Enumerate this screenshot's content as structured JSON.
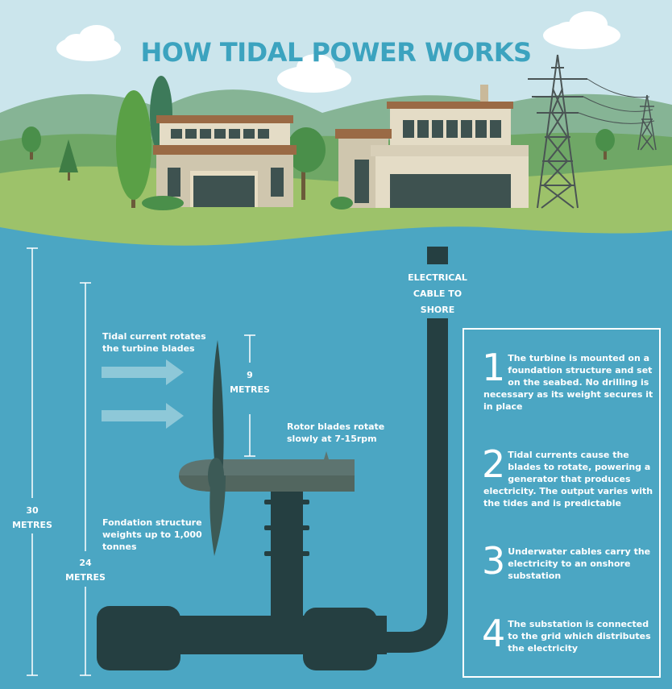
{
  "title": "HOW TIDAL POWER WORKS",
  "labels": {
    "cable": [
      "ELECTRICAL",
      "CABLE TO",
      "SHORE"
    ],
    "current": [
      "Tidal current rotates",
      "the turbine blades"
    ],
    "rotor": [
      "Rotor blades rotate",
      "slowly at 7-15rpm"
    ],
    "foundation": [
      "Fondation structure",
      "weights up to 1,000",
      "tonnes"
    ]
  },
  "dimensions": {
    "total": {
      "value": "30",
      "unit": "METRES"
    },
    "hub": {
      "value": "24",
      "unit": "METRES"
    },
    "blade": {
      "value": "9",
      "unit": "METRES"
    }
  },
  "steps": [
    {
      "num": "1",
      "text": "The turbine is mounted on a foundation structure and set on the seabed. No drilling is necessary as its weight secures it in place"
    },
    {
      "num": "2",
      "text": "Tidal currents cause the blades to rotate, powering a generator that produces electricity. The output varies with the tides and is predictable"
    },
    {
      "num": "3",
      "text": "Underwater cables carry the electricity to an onshore substation"
    },
    {
      "num": "4",
      "text": "The substation is connected to the grid which distributes the electricity"
    }
  ],
  "colors": {
    "sky": "#cbe5ec",
    "sea": "#4ba6c3",
    "grass": "#9dc26a",
    "hills": "#6fa766",
    "structure": "#253f41",
    "turbine": "#5d7470",
    "title": "#3ca3bf",
    "arrow": "#8ec8d8"
  }
}
